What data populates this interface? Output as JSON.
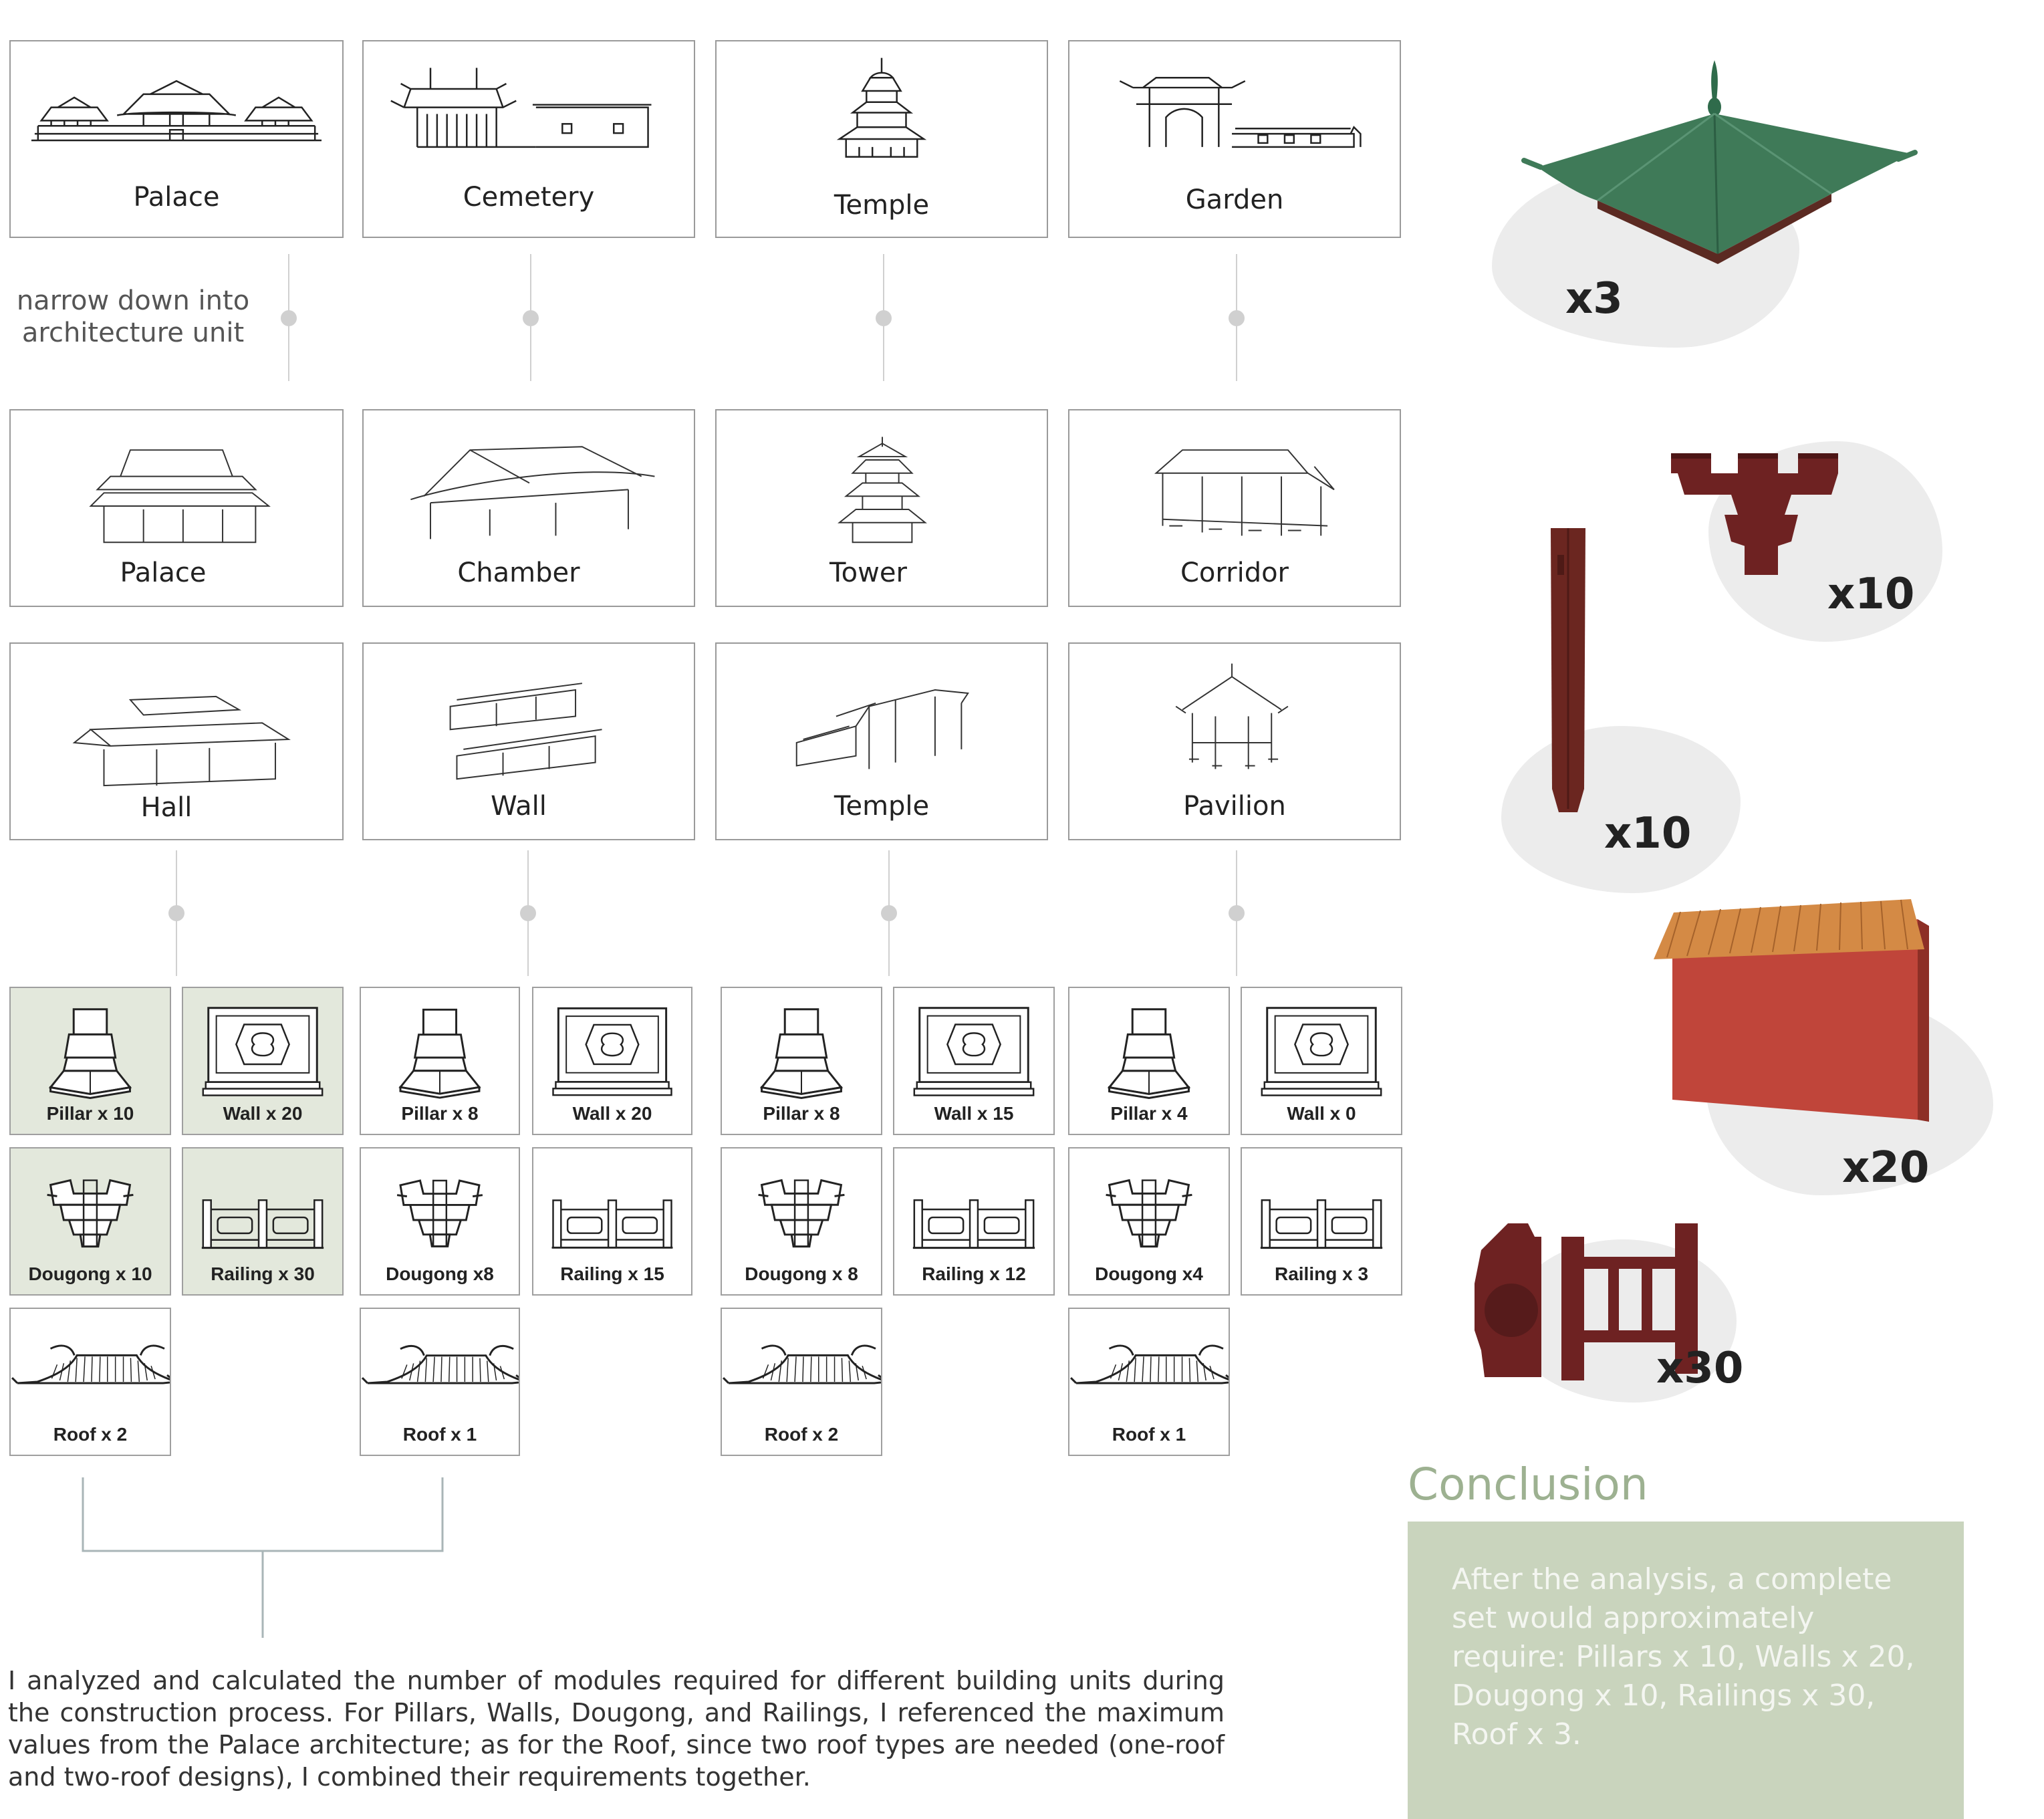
{
  "categories": [
    {
      "id": "palace",
      "label": "Palace"
    },
    {
      "id": "cemetery",
      "label": "Cemetery"
    },
    {
      "id": "temple",
      "label": "Temple"
    },
    {
      "id": "garden",
      "label": "Garden"
    }
  ],
  "narrow_note": {
    "line1": "narrow down into",
    "line2": "architecture unit"
  },
  "units_row1": [
    {
      "label": "Palace"
    },
    {
      "label": "Chamber"
    },
    {
      "label": "Tower"
    },
    {
      "label": "Corridor"
    }
  ],
  "units_row2": [
    {
      "label": "Hall"
    },
    {
      "label": "Wall"
    },
    {
      "label": "Temple"
    },
    {
      "label": "Pavilion"
    }
  ],
  "modules": {
    "palace": {
      "pillar": "Pillar x 10",
      "wall": "Wall x 20",
      "dougong": "Dougong x 10",
      "railing": "Railing x 30",
      "roof": "Roof x 2"
    },
    "cemetery": {
      "pillar": "Pillar x 8",
      "wall": "Wall x 20",
      "dougong": "Dougong x8",
      "railing": "Railing x 15",
      "roof": "Roof x 1"
    },
    "temple": {
      "pillar": "Pillar x 8",
      "wall": "Wall x 15",
      "dougong": "Dougong x 8",
      "railing": "Railing x 12",
      "roof": "Roof x 2"
    },
    "garden": {
      "pillar": "Pillar x 4",
      "wall": "Wall x 0",
      "dougong": "Dougong x4",
      "railing": "Railing x 3",
      "roof": "Roof x 1"
    }
  },
  "paragraph": "I analyzed and calculated the number of modules required for different building units during the construction process. For Pillars, Walls, Dougong, and Railings, I referenced the maximum values from the Palace architecture; as for the Roof, since two roof types are needed (one-roof and two-roof designs), I combined their requirements together.",
  "renders": {
    "roof": {
      "count": "x3"
    },
    "dougong": {
      "count": "x10"
    },
    "pillar": {
      "count": "x10"
    },
    "wall": {
      "count": "x20"
    },
    "railing": {
      "count": "x30"
    }
  },
  "conclusion": {
    "title": "Conclusion",
    "text": "After the analysis, a complete set would approximately require: Pillars x 10, Walls x 20, Dougong x 10, Railings x 30, Roof x 3."
  },
  "colors": {
    "highlight": "#e3e8dc",
    "conclusion_bg": "#c9d4bd",
    "conclusion_title": "#9db191",
    "roof_green": "#3f7a58",
    "wood_red": "#6e2222",
    "wall_red": "#c0453a",
    "tile_orange": "#d48a45"
  }
}
